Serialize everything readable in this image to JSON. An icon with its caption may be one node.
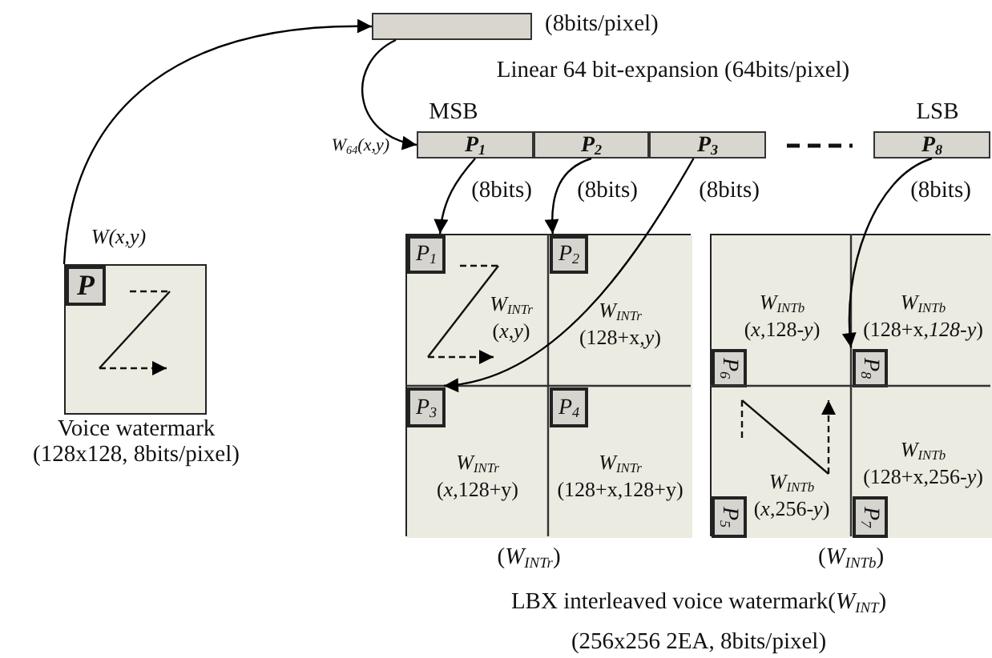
{
  "diagram": {
    "nodes": [
      {
        "text": [],
        "shape": "box",
        "beside": [
          "W(x,y)",
          "Voice watermark (128x128, 8bits/pixel)"
        ]
      },
      {
        "text": [
          "P"
        ],
        "in": 0
      },
      {
        "text": [],
        "shape": "bar",
        "beside": [
          "(8bits/pixel)"
        ]
      },
      {
        "text": [
          "P$_{1}$"
        ],
        "beside": [
          "MSB"
        ]
      },
      {
        "text": [
          "P$_{2}$"
        ]
      },
      {
        "text": [
          "P$_{3}$"
        ]
      },
      {
        "text": [
          "P$_{8}$"
        ],
        "beside": [
          "LSB"
        ]
      },
      {
        "text": [],
        "shape": "box",
        "beside": [
          "(*W*$_{INTr}$)"
        ]
      },
      {
        "text": [
          "W$_{INTr}$",
          "(*x*,*y*)"
        ],
        "in": 7
      },
      {
        "text": [
          "P$_{1}$"
        ],
        "in": 8
      },
      {
        "text": [
          "W$_{INTr}$",
          "(128+x,*y*)"
        ],
        "in": 7
      },
      {
        "text": [
          "P$_{2}$"
        ],
        "in": 10
      },
      {
        "text": [
          "W$_{INTr}$",
          "(*x*,128+y)"
        ],
        "in": 7
      },
      {
        "text": [
          "P$_{3}$"
        ],
        "in": 12
      },
      {
        "text": [
          "W$_{INTr}$",
          "(128+x,128+y)"
        ],
        "in": 7
      },
      {
        "text": [
          "P$_{4}$"
        ],
        "in": 14
      },
      {
        "text": [],
        "shape": "box",
        "beside": [
          "(*W*$_{INTb}$)"
        ]
      },
      {
        "text": [
          "W$_{INTb}$",
          "(*x*,128-*y*)"
        ],
        "in": 16
      },
      {
        "text": [
          "P$_{6}$"
        ],
        "in": 17
      },
      {
        "text": [
          "W$_{INTb}$",
          "(128+x,*128-y*)"
        ],
        "in": 16
      },
      {
        "text": [
          "P$_{8}$"
        ],
        "in": 19
      },
      {
        "text": [
          "W$_{INTb}$",
          "(*x*,256-*y*)"
        ],
        "in": 16
      },
      {
        "text": [
          "P$_{5}$"
        ],
        "in": 21
      },
      {
        "text": [
          "W$_{INTb}$",
          "(128+x,256-*y*)"
        ],
        "in": 16
      },
      {
        "text": [
          "P$_{7}$"
        ],
        "in": 23
      }
    ],
    "edges": [
      {
        "from": 1,
        "to": 2,
        "arrow": "to"
      },
      {
        "from": 2,
        "to": 3,
        "arrow": "to"
      },
      {
        "from": 3,
        "to": 9,
        "arrow": "to",
        "label": "(8bits)"
      },
      {
        "from": 4,
        "to": 11,
        "arrow": "to",
        "label": "(8bits)"
      },
      {
        "from": 5,
        "to": 13,
        "arrow": "to",
        "label": "(8bits)"
      },
      {
        "from": 6,
        "to": 20,
        "arrow": "to",
        "label": "(8bits)"
      }
    ],
    "labels": [
      "Linear 64 bit-expansion (64bits/pixel)",
      "W$_{64}$(x,y)",
      "LBX interleaved voice watermark(*W*$_{INT}$) (256x256 2EA, 8bits/pixel)"
    ]
  }
}
